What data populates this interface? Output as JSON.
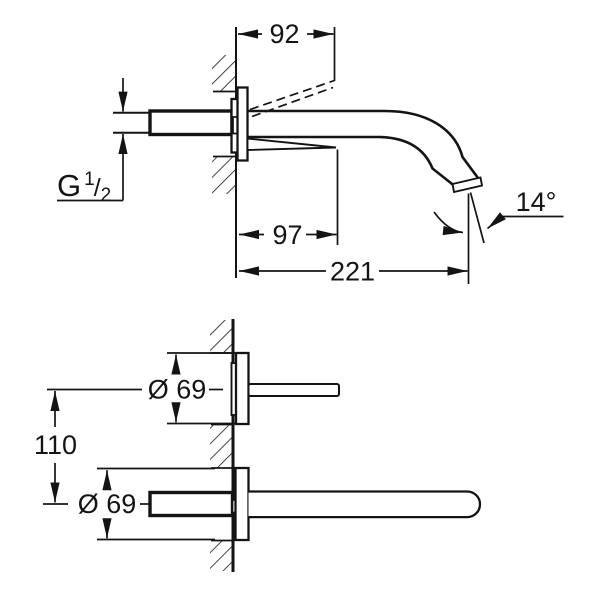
{
  "colors": {
    "line": "#141414",
    "background": "#ffffff"
  },
  "views": {
    "side": {
      "labels": {
        "dim_92": "92",
        "dim_97": "97",
        "dim_221": "221",
        "angle": "14°",
        "thread": {
          "letter": "G",
          "numerator": "1",
          "slash": "/",
          "denominator": "2"
        }
      }
    },
    "plan": {
      "labels": {
        "dia_handle": "Ø 69",
        "dia_spout": "Ø 69",
        "dim_110": "110"
      }
    }
  }
}
